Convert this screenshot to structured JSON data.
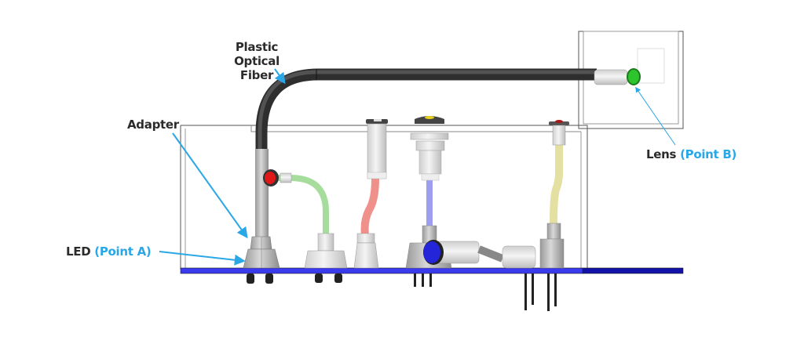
{
  "diagram": {
    "title": "Light pipe assembly: LED (Point A) to Lens (Point B)",
    "labels": {
      "fiber": [
        "Plastic",
        "Optical",
        "Fiber"
      ],
      "adapter": "Adapter",
      "led": {
        "text": "LED",
        "highlight": "(Point A)"
      },
      "lens": {
        "text": "Lens",
        "highlight": "(Point B)"
      }
    },
    "colors": {
      "label_text": "#2b2b2b",
      "highlight": "#2aa7e6",
      "arrow": "#2aa7e6",
      "pcb_light": "#3a3aee",
      "pcb_dark": "#1212a8",
      "fiber": "#555555",
      "lens_green": "#2ec42e",
      "lens_red": "#e01818",
      "lens_blue": "#2424d8",
      "pipe_green": "#a6dc9c",
      "pipe_red": "#f0908a",
      "pipe_blue": "#9e9ef0",
      "pipe_yellow": "#eeeaa0"
    },
    "components": [
      {
        "name": "plastic-optical-fiber",
        "color": "fiber"
      },
      {
        "name": "adapter",
        "color": "fiber"
      },
      {
        "name": "light-pipe-green",
        "lens": "red"
      },
      {
        "name": "light-pipe-red",
        "lens": "clear"
      },
      {
        "name": "light-pipe-blue",
        "lens": "yellow"
      },
      {
        "name": "light-pipe-yellow",
        "lens": "red"
      },
      {
        "name": "right-angle-led",
        "lens": "blue"
      },
      {
        "name": "lens-point-b",
        "lens": "green"
      }
    ]
  }
}
